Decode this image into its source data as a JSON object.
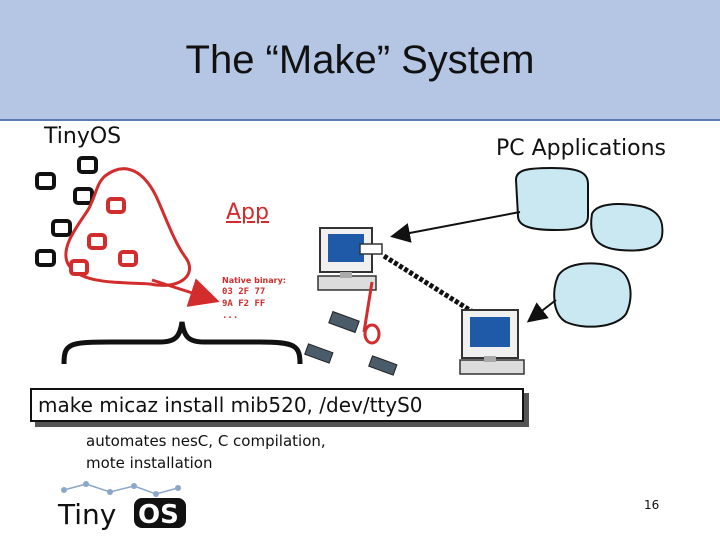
{
  "slide": {
    "title": "The “Make” System",
    "tinyos_label": "TinyOS",
    "pc_label": "PC Applications",
    "app_label": "App",
    "native_label": "Native binary:",
    "hex_lines": [
      "03 2F 77",
      "9A F2 FF",
      "..."
    ],
    "command": "make micaz install mib520, /dev/ttyS0",
    "description_lines": [
      "automates nesC, C compilation,",
      "mote installation"
    ],
    "page_number": "16",
    "logo_text_left": "Tiny",
    "logo_text_right": "OS"
  },
  "colors": {
    "title_bg": "#b4c6e4",
    "accent_red": "#d22c2c",
    "pc_blob": "#c9e8f2",
    "monitor_blue": "#1e5aa8"
  },
  "icons": [
    "component-square-icon",
    "computer-icon",
    "mote-device-icon",
    "arrow-icon",
    "tinyos-logo"
  ]
}
